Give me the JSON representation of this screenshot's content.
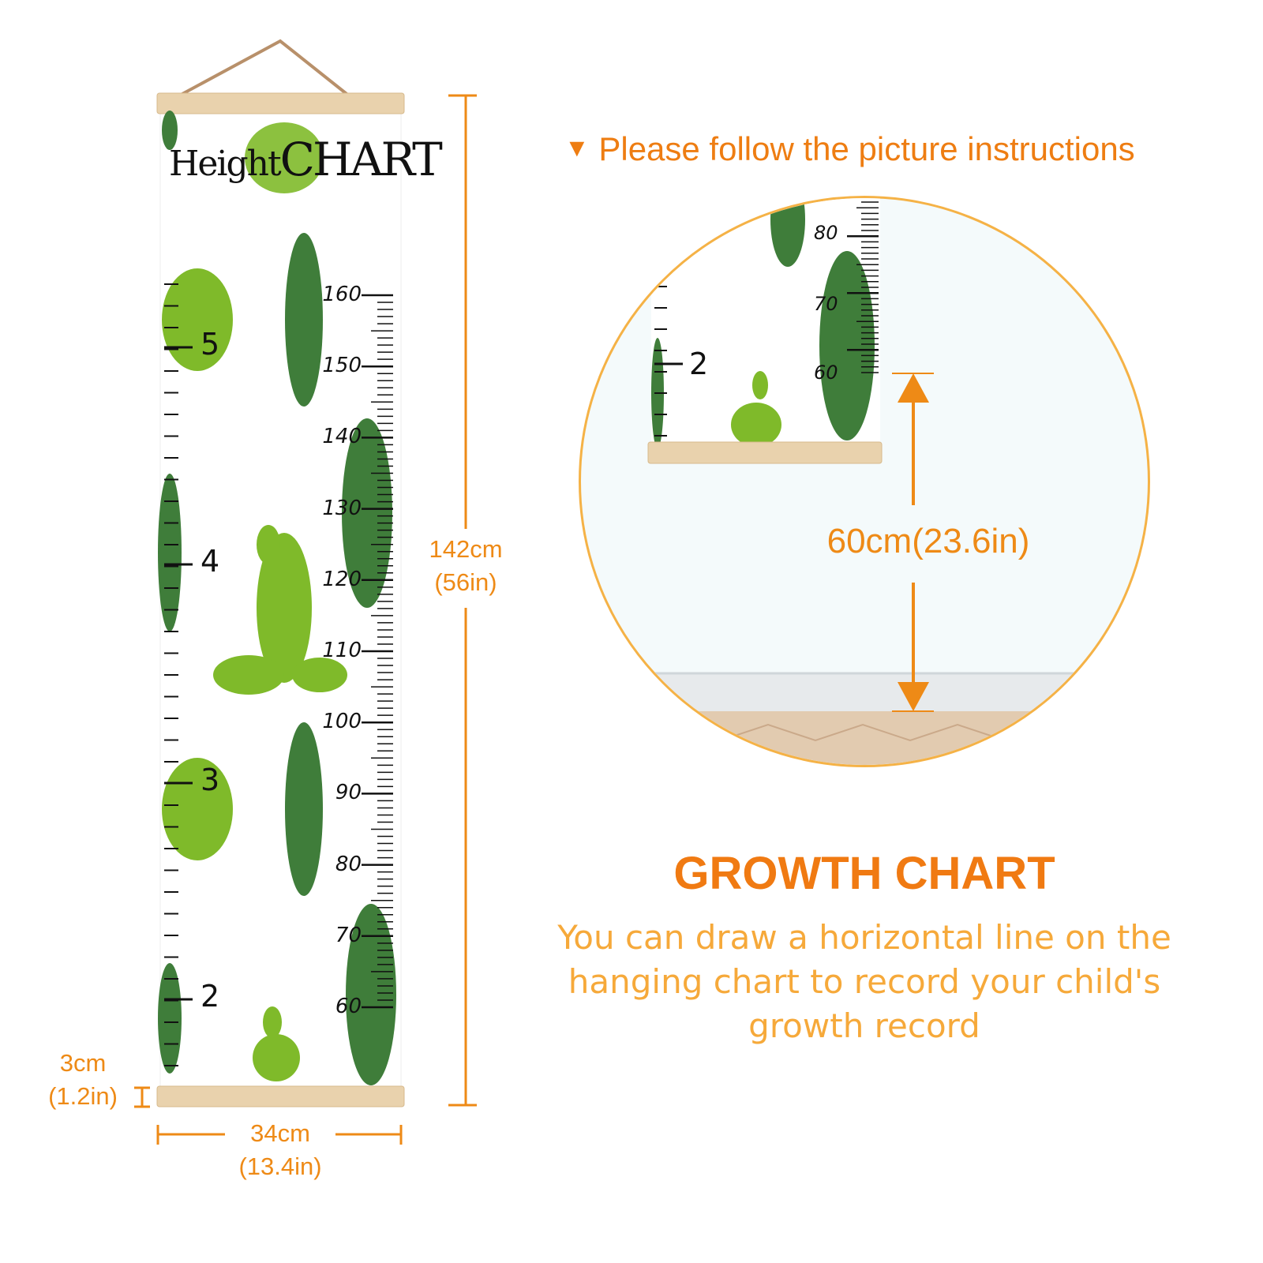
{
  "chart_title": {
    "part1": "Height",
    "part2": "CHART"
  },
  "cm_labels": [
    "160",
    "150",
    "140",
    "130",
    "120",
    "110",
    "100",
    "90",
    "80",
    "70",
    "60"
  ],
  "ft_labels": [
    "5",
    "4",
    "3",
    "2"
  ],
  "dimensions": {
    "height_cm": "142cm",
    "height_in": "(56in)",
    "width_cm": "34cm",
    "width_in": "(13.4in)",
    "rod_cm": "3cm",
    "rod_in": "(1.2in)"
  },
  "instruction": {
    "marker": "▼",
    "text": "Please follow the picture instructions"
  },
  "inset": {
    "cm_labels": [
      "80",
      "70",
      "60"
    ],
    "ft_label": "2",
    "distance": "60cm(23.6in)"
  },
  "growth": {
    "title": "GROWTH CHART",
    "lines": [
      "You can draw a horizontal line on the",
      "hanging chart to record your child's",
      "growth record"
    ]
  },
  "colors": {
    "accent": "#ee8a16",
    "title_orange": "#f07a12",
    "body_orange": "#f6a93a",
    "cactus_dark": "#3f7d3a",
    "cactus_light": "#7fba2a",
    "wood": "#e9d2ad"
  }
}
